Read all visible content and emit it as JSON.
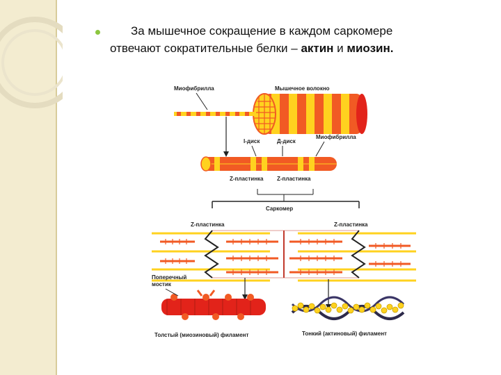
{
  "slide": {
    "line1": "За мышечное сокращение в каждом саркомере",
    "line2_start": "отвечают сократительные белки – ",
    "bold1": "актин",
    "connector": " и ",
    "bold2": "миозин."
  },
  "diagram": {
    "labels": {
      "myofibril_top": "Миофибрилла",
      "muscle_fiber": "Мышечное волокно",
      "i_disk": "I-диск",
      "a_disk": "Д-диск",
      "myofibril_right": "Миофибрилла",
      "z_plate_1": "Z-пластинка",
      "z_plate_2": "Z-пластинка",
      "sarcomere": "Саркомер",
      "z_plate_left": "Z-пластинка",
      "z_plate_right": "Z-пластинка",
      "cross_bridge_1": "Поперечный",
      "cross_bridge_2": "мостик",
      "thick_filament": "Толстый (миозиновый) филамент",
      "thin_filament": "Тонкий (актиновый) филамент"
    },
    "colors": {
      "orange": "#f15a24",
      "yellow": "#ffd21f",
      "red": "#e2231a"
    }
  }
}
